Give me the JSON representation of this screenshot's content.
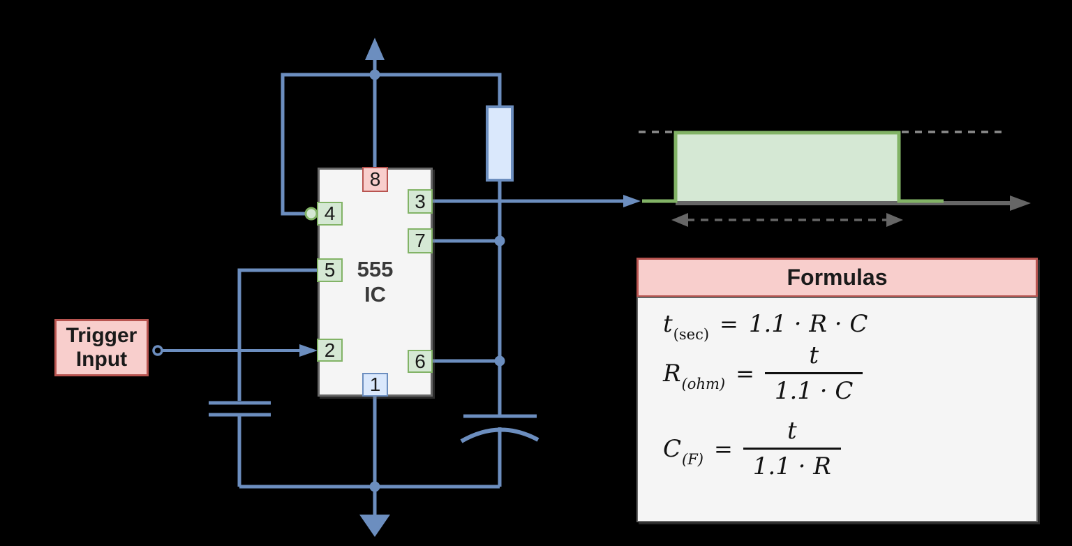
{
  "trigger": {
    "line1": "Trigger",
    "line2": "Input"
  },
  "ic": {
    "title_line1": "555",
    "title_line2": "IC",
    "pins": {
      "p1": "1",
      "p2": "2",
      "p3": "3",
      "p4": "4",
      "p5": "5",
      "p6": "6",
      "p7": "7",
      "p8": "8"
    }
  },
  "formulas": {
    "title": "Formulas",
    "time": {
      "base": "t",
      "sub": "(sec)",
      "eq": "=",
      "rhs": "1.1 · R · C"
    },
    "resistance": {
      "base": "R",
      "sub": "(ohm)",
      "eq": "=",
      "num": "t",
      "den": "1.1 · C"
    },
    "capacitance": {
      "base": "C",
      "sub": "(F)",
      "eq": "=",
      "num": "t",
      "den": "1.1 · R"
    }
  },
  "icons": {
    "vcc_arrow": "up-arrow",
    "ground_arrow": "down-arrow",
    "output_arrow": "right-arrow",
    "trigger_arrow": "right-arrow",
    "time_axis_arrow": "right-arrow",
    "pulse_width_arrow": "dashed-double-headed-arrow",
    "reset_bubble": "inverting-circle",
    "trigger_terminal": "open-circle-terminal",
    "junction": "filled-dot"
  },
  "colors": {
    "wire_blue": "#6c8ebf",
    "light_blue_fill": "#dae8fc",
    "green_fill": "#d5e8d4",
    "green_border": "#82b366",
    "red_fill": "#f8cecc",
    "red_border": "#b85450",
    "panel_fill": "#f5f5f5",
    "panel_border": "#666666",
    "axis_gray": "#666666",
    "dash_gray": "#8c8c8c",
    "text_dark": "#1a1a1a",
    "background": "#000000"
  }
}
